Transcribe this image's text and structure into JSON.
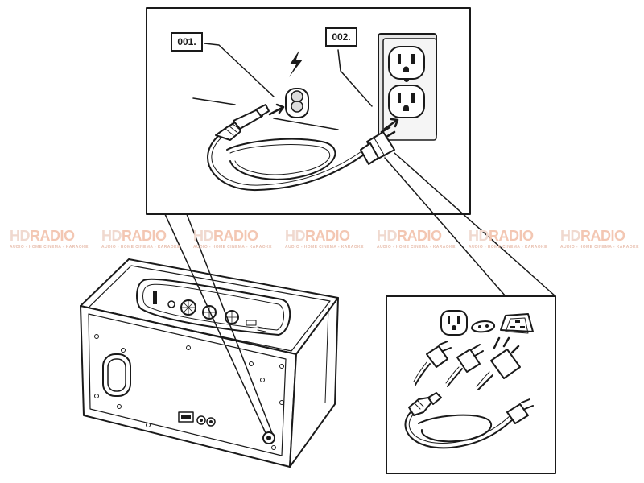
{
  "steps": [
    {
      "label": "001."
    },
    {
      "label": "002."
    }
  ],
  "watermark": {
    "logo_hd": "HD",
    "logo_radio": "RADIO",
    "tagline": "AUDIO - HOME CINEMA - KARAOKE",
    "repeat_count": 7,
    "colors": {
      "hd": "#f0d9cf",
      "radio": "#f3c7b3"
    }
  },
  "icons": [
    "lightning-bolt-icon",
    "arrow-right-icon",
    "power-inlet-figure8-icon",
    "us-outlet-icon",
    "uk-outlet-icon",
    "eu-outlet-icon"
  ],
  "colors": {
    "line": "#1a1a1a",
    "background": "#ffffff"
  }
}
